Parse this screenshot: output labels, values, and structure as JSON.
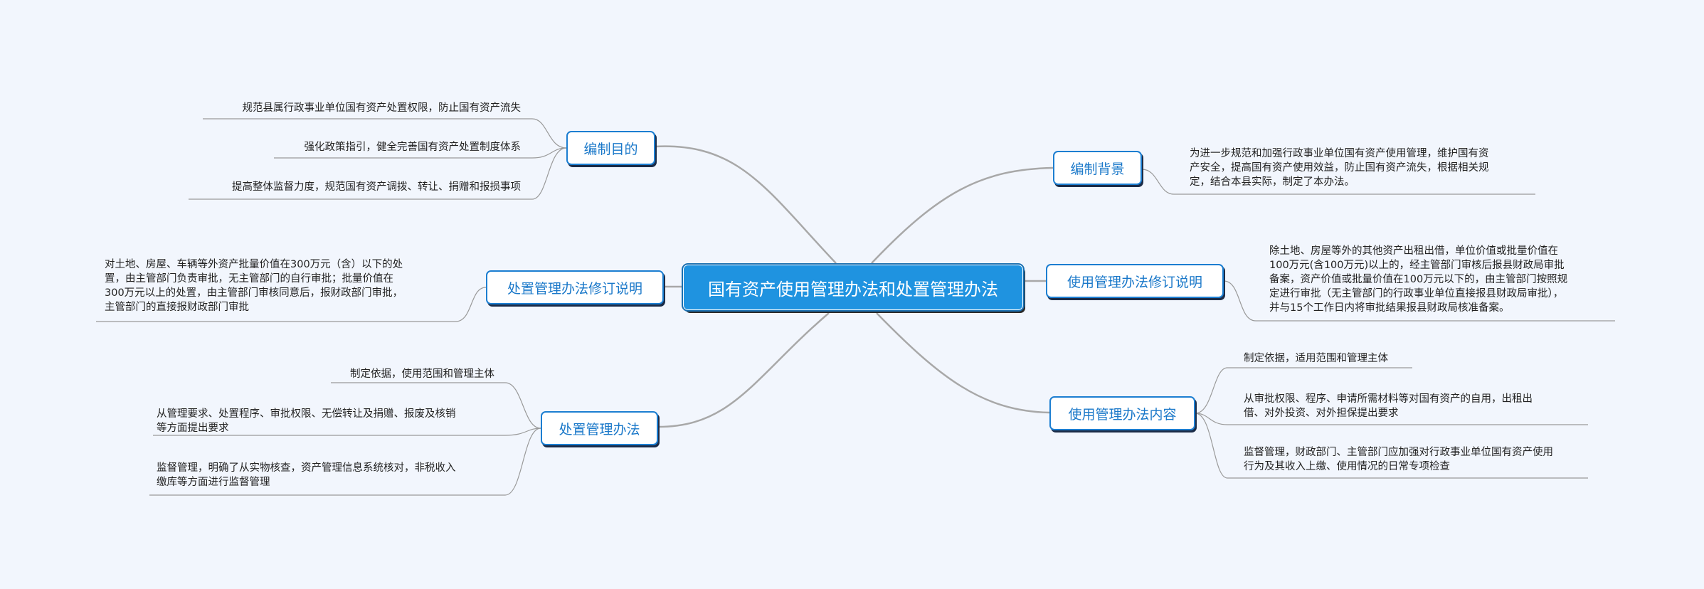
{
  "central": {
    "label": "国有资产使用管理办法和处置管理办法"
  },
  "branches": {
    "bzmd": {
      "label": "编制目的",
      "leaves": [
        "规范县属行政事业单位国有资产处置权限，防止国有资产流失",
        "强化政策指引，健全完善国有资产处置制度体系",
        "提高整体监督力度，规范国有资产调拨、转让、捐赠和报损事项"
      ]
    },
    "czxd": {
      "label": "处置管理办法修订说明",
      "leaves": [
        [
          "对土地、房屋、车辆等外资产批量价值在300万元（含）以下的处",
          "置，由主管部门负责审批，无主管部门的自行审批；批量价值在",
          "300万元以上的处置，由主管部门审核同意后，报财政部门审批，",
          "主管部门的直接报财政部门审批"
        ]
      ]
    },
    "czbf": {
      "label": "处置管理办法",
      "leaves": [
        [
          "制定依据，使用范围和管理主体"
        ],
        [
          "从管理要求、处置程序、审批权限、无偿转让及捐赠、报废及核销",
          "等方面提出要求"
        ],
        [
          "监督管理，明确了从实物核查，资产管理信息系统核对，非税收入",
          "缴库等方面进行监督管理"
        ]
      ]
    },
    "bzbj": {
      "label": "编制背景",
      "leaves": [
        [
          "为进一步规范和加强行政事业单位国有资产使用管理，维护国有资",
          "产安全，提高国有资产使用效益，防止国有资产流失，根据相关规",
          "定，结合本县实际，制定了本办法。"
        ]
      ]
    },
    "syxd": {
      "label": "使用管理办法修订说明",
      "leaves": [
        [
          "除土地、房屋等外的其他资产出租出借，单位价值或批量价值在",
          "100万元(含100万元)以上的，经主管部门审核后报县财政局审批",
          "备案，资产价值或批量价值在100万元以下的，由主管部门按照规",
          "定进行审批（无主管部门的行政事业单位直接报县财政局审批），",
          "并与15个工作日内将审批结果报县财政局核准备案。"
        ]
      ]
    },
    "synr": {
      "label": "使用管理办法内容",
      "leaves": [
        [
          "制定依据，适用范围和管理主体"
        ],
        [
          "从审批权限、程序、申请所需材料等对国有资产的自用，出租出",
          "借、对外投资、对外担保提出要求"
        ],
        [
          "监督管理，财政部门、主管部门应加强对行政事业单位国有资产使用",
          "行为及其收入上缴、使用情况的日常专项检查"
        ]
      ]
    }
  },
  "colors": {
    "background": "#f2f6fd",
    "central_fill": "#1f93e0",
    "branch_border": "#1c7ed1",
    "branch_text": "#1a78c9",
    "main_link": "#a8a8a8",
    "leaf_link": "#9a9a9a"
  }
}
